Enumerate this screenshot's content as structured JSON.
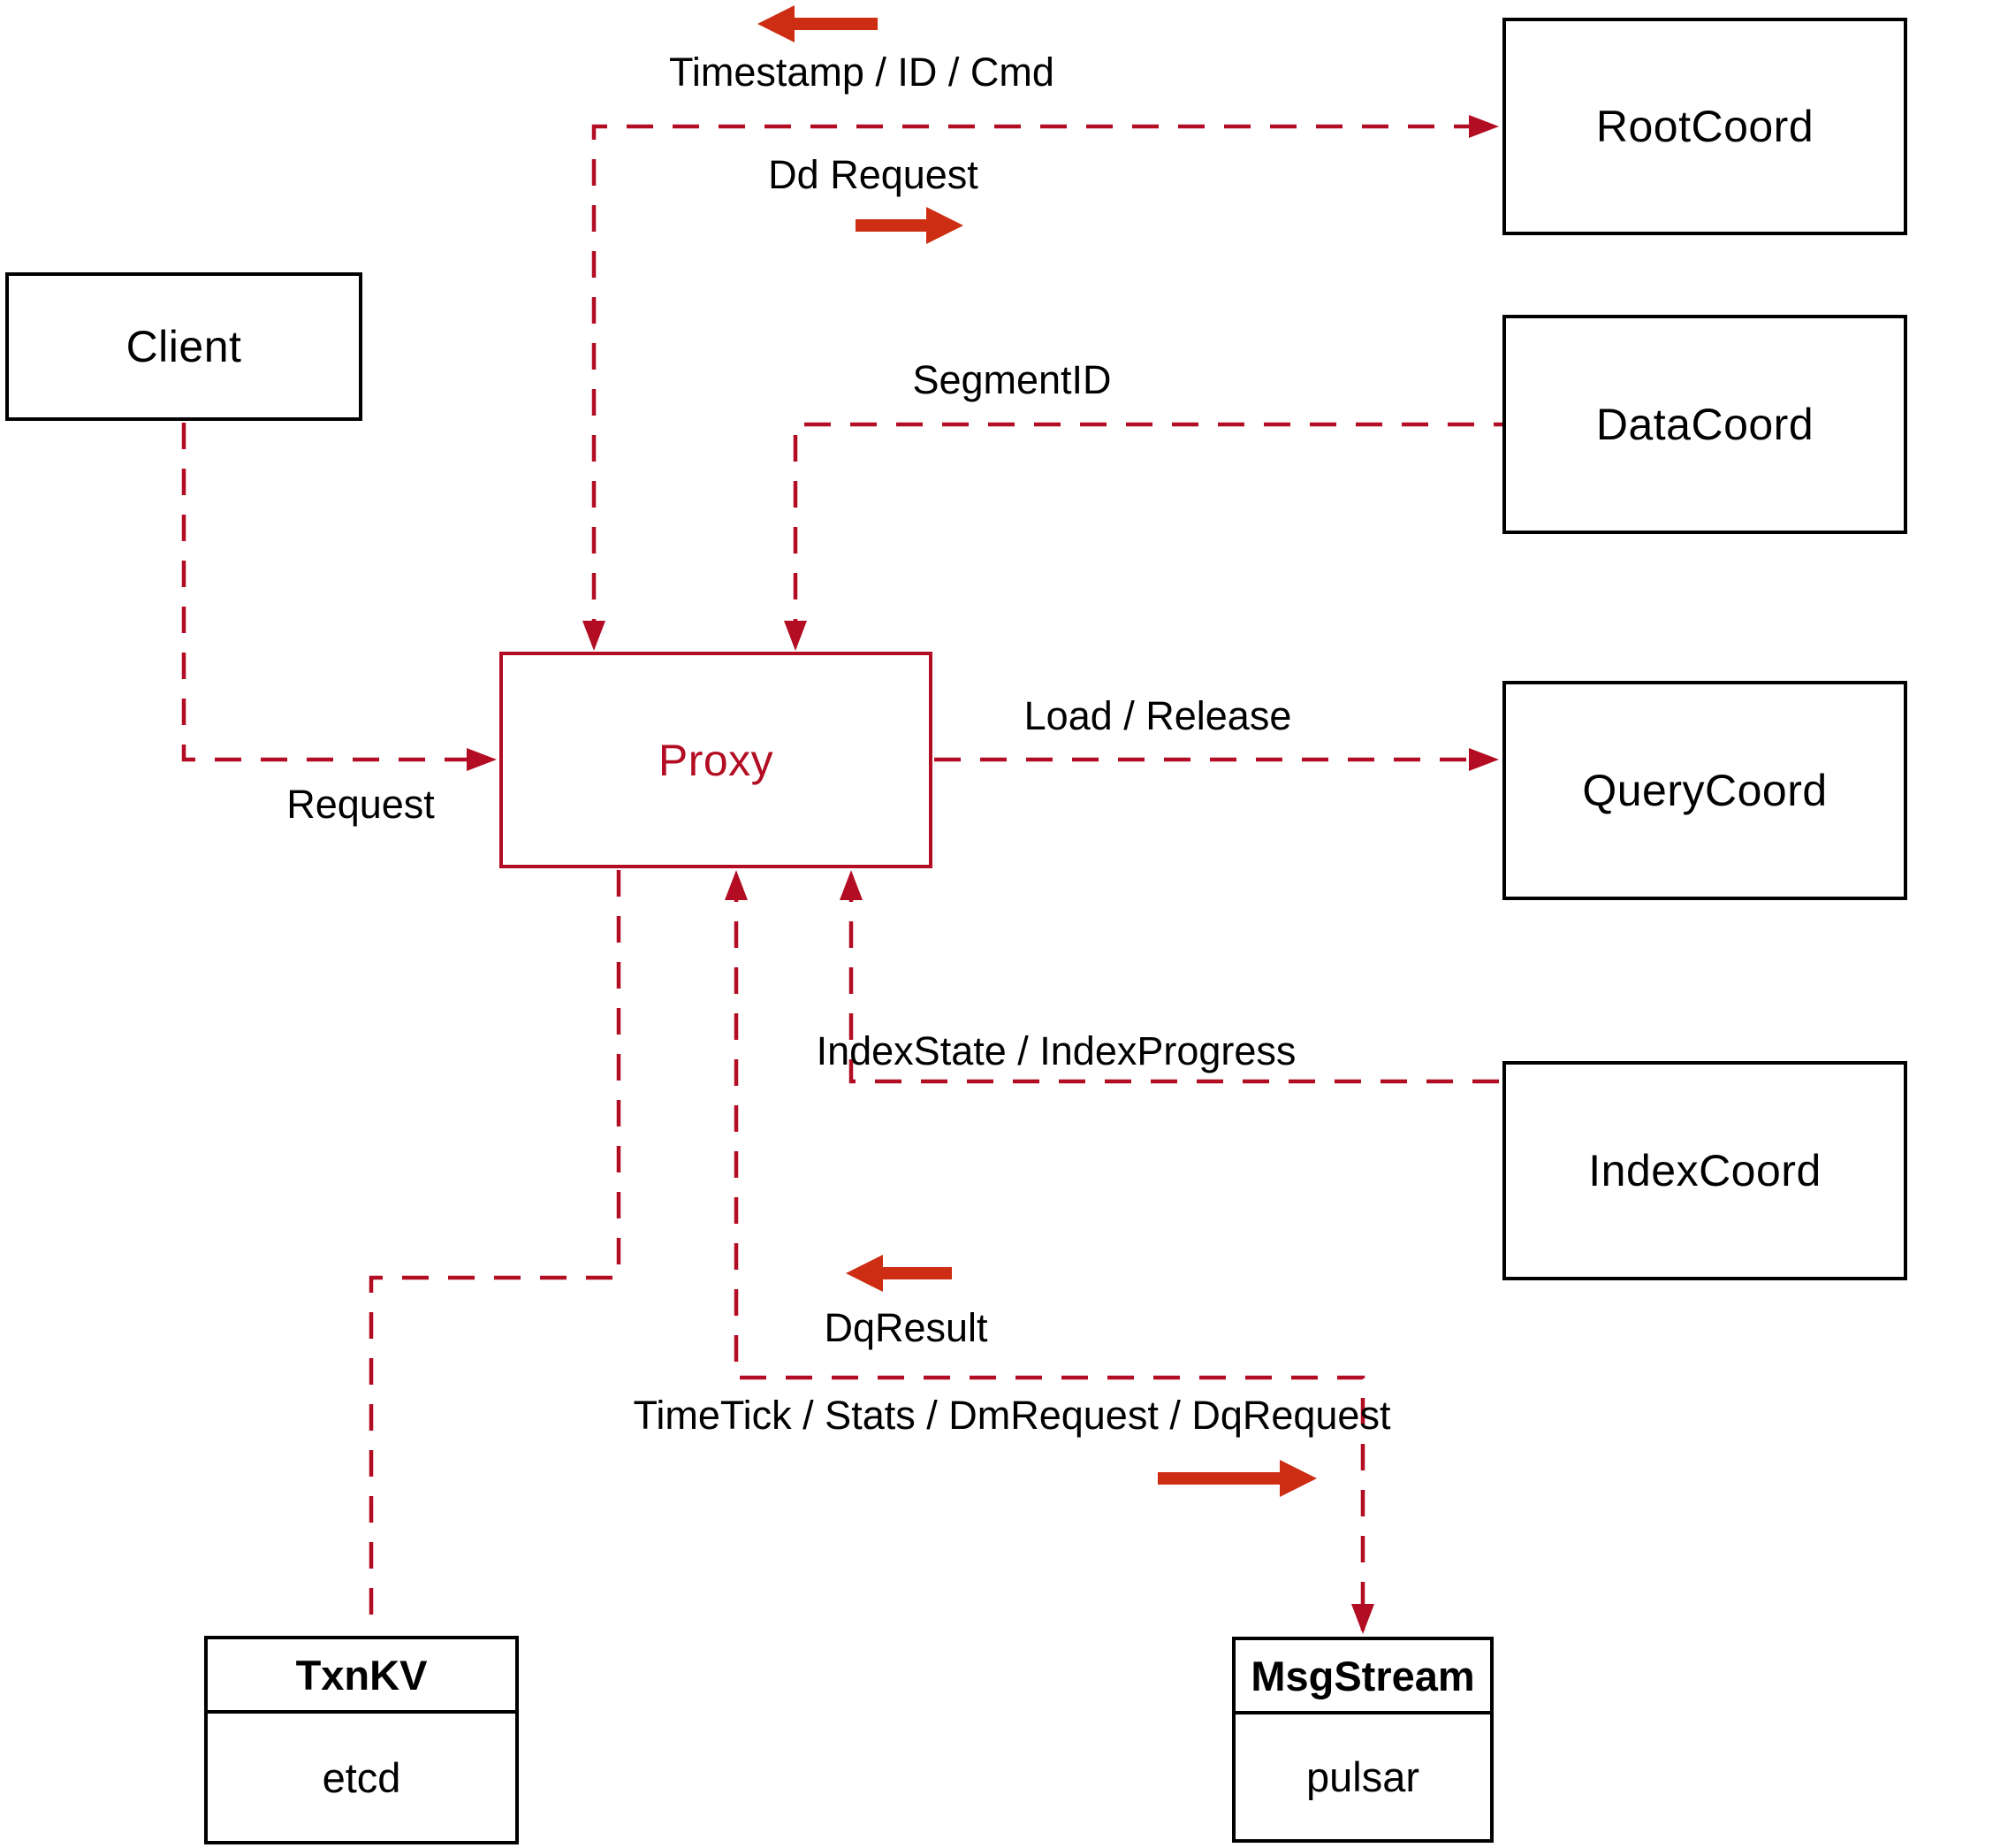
{
  "diagram": {
    "title": "Proxy interaction diagram",
    "nodes": {
      "client": {
        "label": "Client"
      },
      "proxy": {
        "label": "Proxy"
      },
      "rootcoord": {
        "label": "RootCoord"
      },
      "datacoord": {
        "label": "DataCoord"
      },
      "querycoord": {
        "label": "QueryCoord"
      },
      "indexcoord": {
        "label": "IndexCoord"
      },
      "txnkv": {
        "title": "TxnKV",
        "subtitle": "etcd"
      },
      "msgstream": {
        "title": "MsgStream",
        "subtitle": "pulsar"
      }
    },
    "edge_labels": {
      "timestamp": "Timestamp / ID / Cmd",
      "dd_request": "Dd Request",
      "segment_id": "SegmentID",
      "request": "Request",
      "load_release": "Load / Release",
      "index_state": "IndexState / IndexProgress",
      "dq_result": "DqResult",
      "timetick": "TimeTick / Stats / DmRequest / DqRequest"
    },
    "colors": {
      "dashed_line": "#b20d23",
      "solid_arrow": "#cc2d13",
      "box_border": "#000000",
      "proxy_accent": "#b20d23",
      "background": "#ffffff"
    }
  }
}
